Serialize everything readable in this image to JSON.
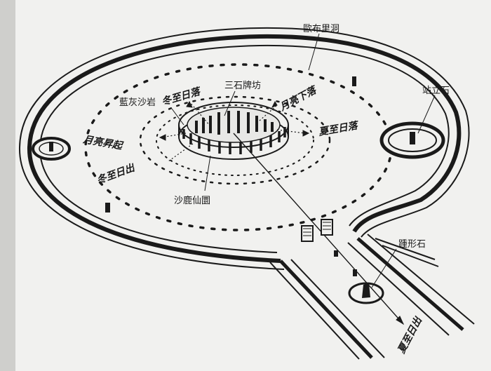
{
  "labels": {
    "aubrey_holes": "歐布里洞",
    "station_stone": "站立石",
    "trilithons": "三石牌坊",
    "bluestones": "藍灰沙岩",
    "winter_sunset": "冬至日落",
    "moon_set": "月亮下落",
    "summer_sunset": "夏至日落",
    "moon_rise": "月亮昇起",
    "winter_sunrise": "冬至日出",
    "sarsen_circle": "沙鹿仙圜",
    "heel_stone": "踵形石",
    "summer_sunrise": "夏至日出"
  },
  "colors": {
    "ink": "#1a1a1a",
    "paper": "#f1f1ef"
  }
}
